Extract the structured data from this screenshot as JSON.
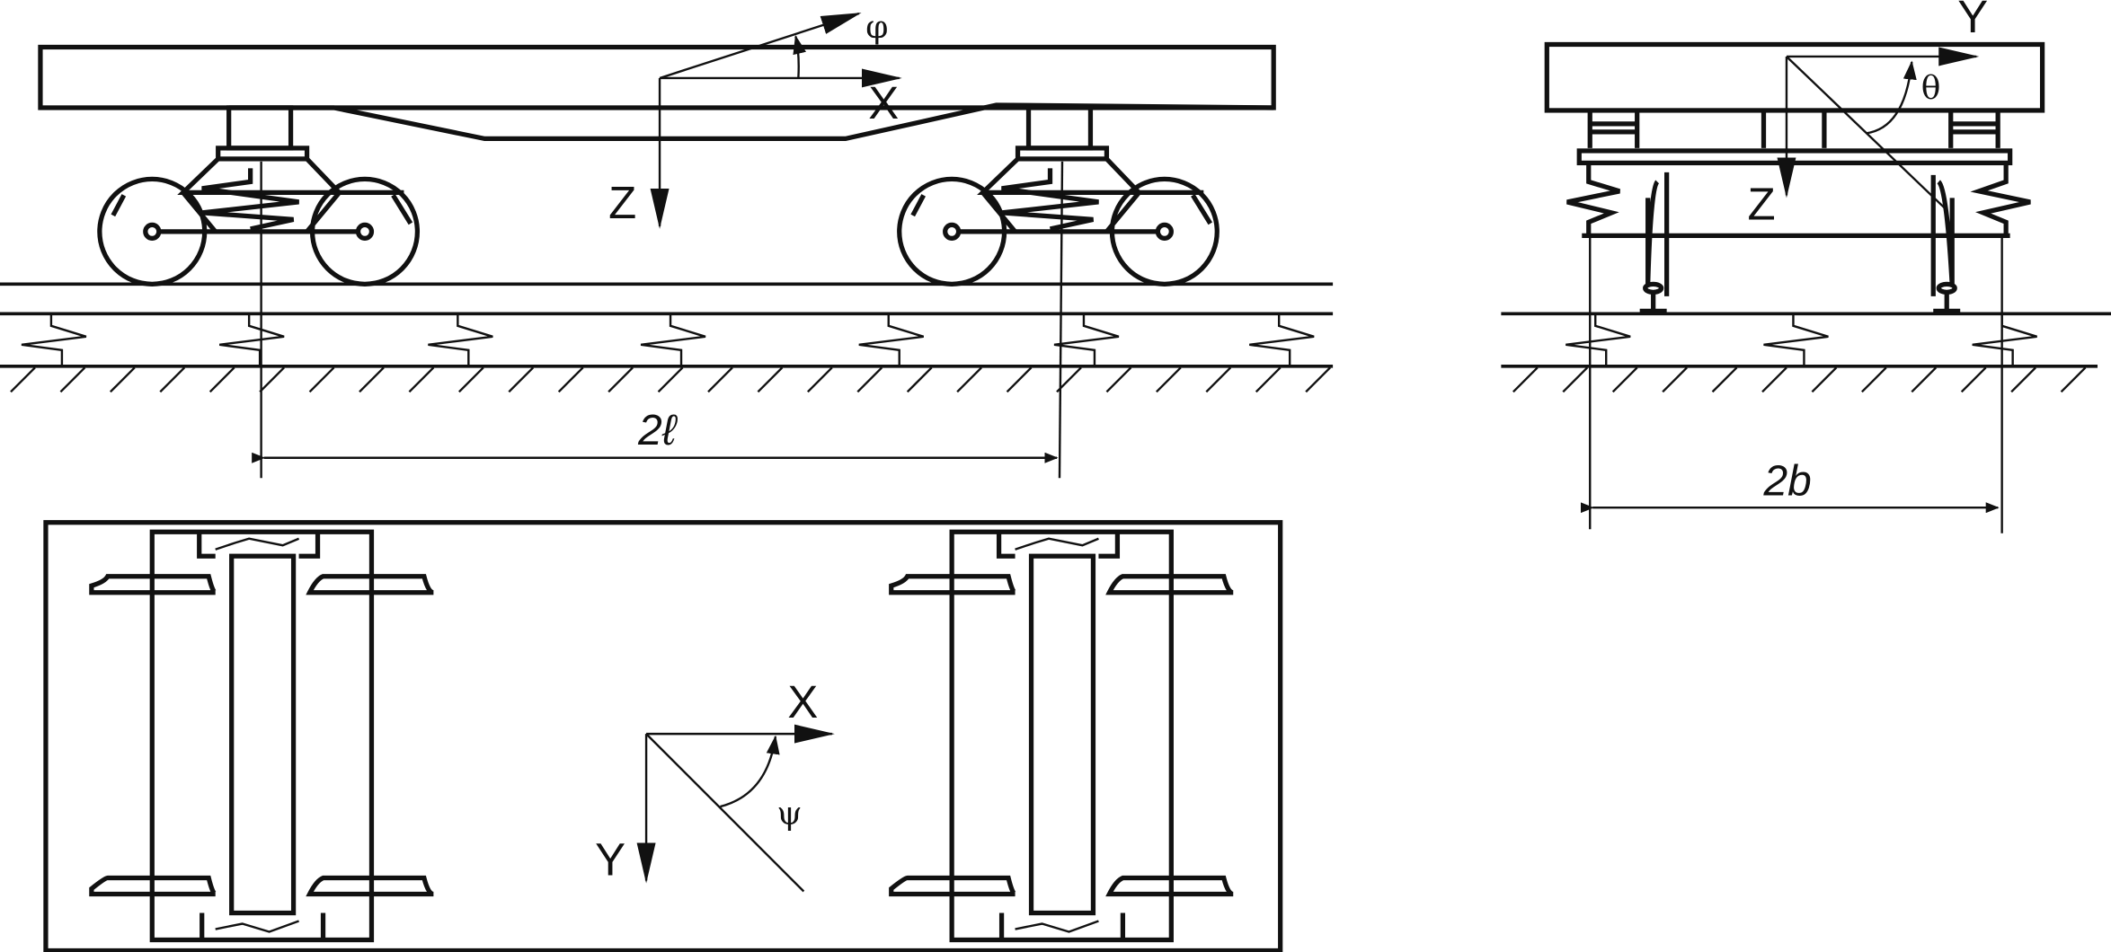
{
  "side_view": {
    "axis_x": "X",
    "axis_z": "Z",
    "angle_phi": "φ",
    "dimension": "2ℓ"
  },
  "end_view": {
    "axis_y": "Y",
    "axis_z": "Z",
    "angle_theta": "θ",
    "dimension": "2b"
  },
  "plan_view": {
    "axis_x": "X",
    "axis_y": "Y",
    "angle_psi": "ψ"
  }
}
